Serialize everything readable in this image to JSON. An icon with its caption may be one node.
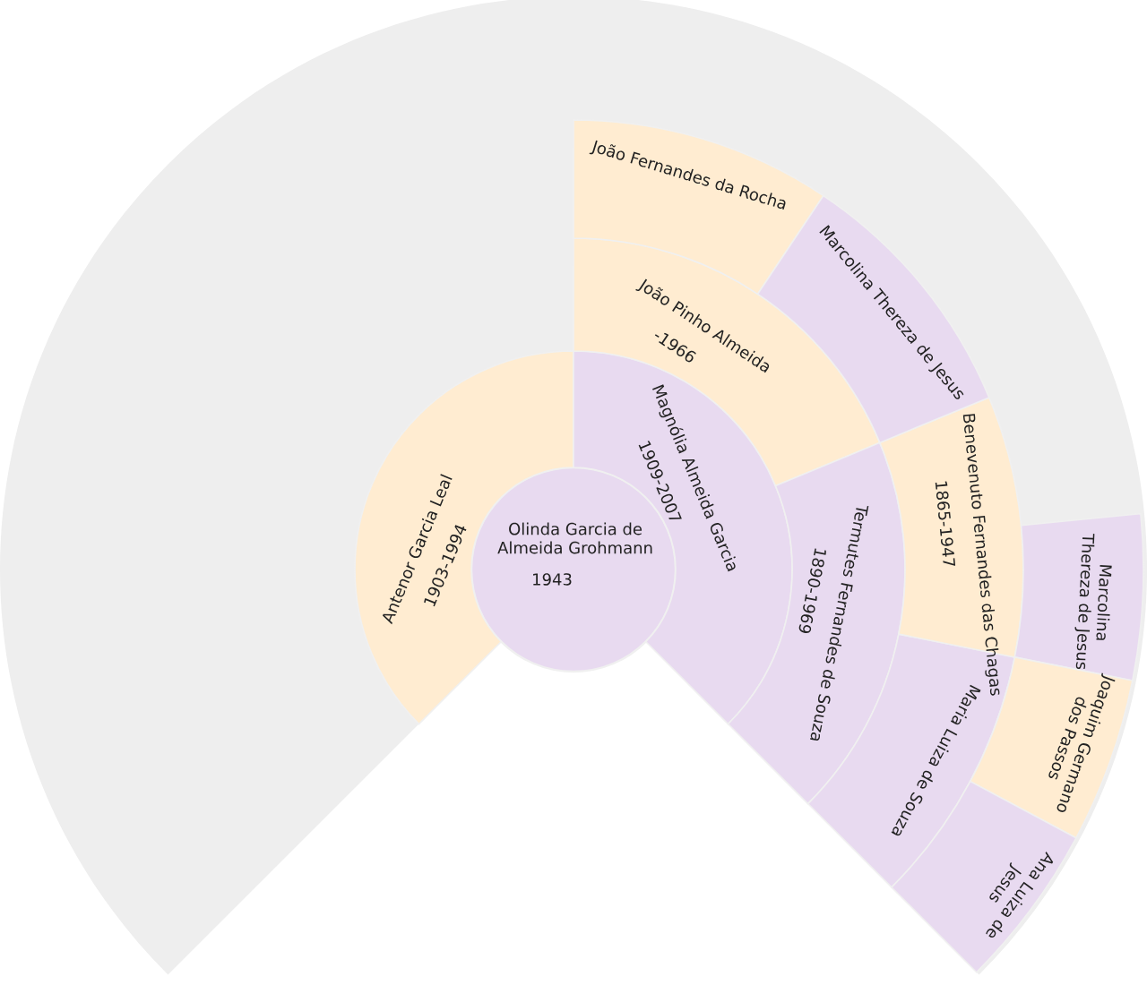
{
  "diagram": {
    "nodes": [
      {
        "text": [
          "Olinda Garcia de Almeida Grohmann",
          "1943"
        ]
      },
      {
        "text": [
          "Antenor Garcia Leal",
          "1903-1994"
        ]
      },
      {
        "text": [
          "Magnólia Almeida Garcia",
          "1909-2007"
        ]
      },
      {
        "text": [
          "João Pinho Almeida",
          "-1966"
        ]
      },
      {
        "text": [
          "Termutes Fernandes de Souza",
          "1890-1969"
        ]
      },
      {
        "text": [
          "João Fernandes da Rocha"
        ]
      },
      {
        "text": [
          "Marcolina Thereza de Jesus"
        ]
      },
      {
        "text": [
          "Benevenuto Fernandes das Chagas",
          "1865-1947"
        ]
      },
      {
        "text": [
          "Maria Luiza de Souza"
        ]
      },
      {
        "text": [
          "Marcolina Thereza de Jesus"
        ]
      },
      {
        "text": [
          "Joaquim Germano dos Passos"
        ]
      },
      {
        "text": [
          "Ana Luiza de Jesus"
        ]
      }
    ]
  }
}
